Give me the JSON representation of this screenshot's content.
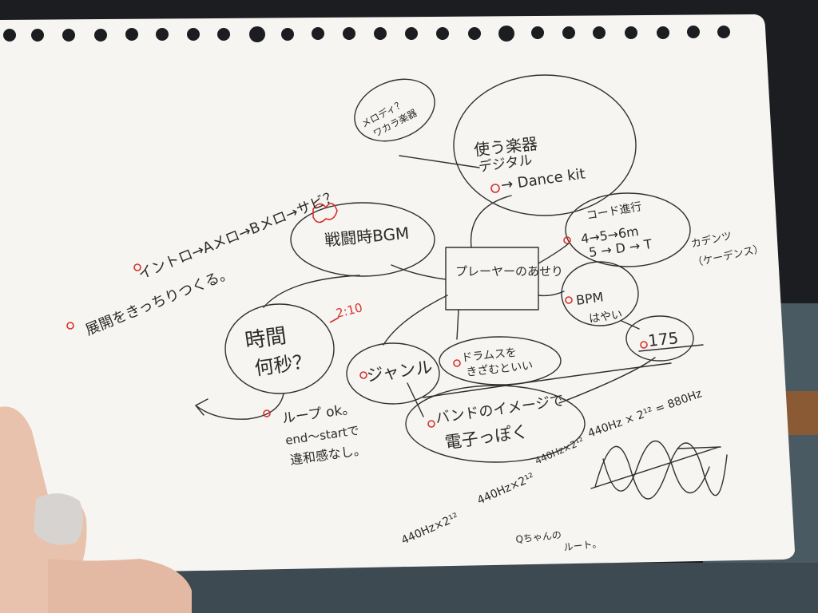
{
  "colors": {
    "paper": "#f6f5f2",
    "ink": "#2a2a2a",
    "red_ink": "#d8302a",
    "background": "#1c1f22",
    "floor": "#4a5a63",
    "skin": "#e9c2ad"
  },
  "center": "プレーヤーのあせり",
  "bubbles": {
    "instruments": [
      "使う楽器",
      "デジタル",
      "→ Dance kit"
    ],
    "melody": [
      "メロディ？",
      "ワカラ楽器"
    ],
    "battle": "戦闘時BGM",
    "time": [
      "時間",
      "何秒？"
    ],
    "genre": "ジャンル",
    "drums": [
      "ドラムスを",
      "きざむといい"
    ],
    "band": [
      "バンドのイメージで",
      "電子っぽく"
    ],
    "chord": [
      "コード進行",
      "4→5→6m",
      "5 → D → T"
    ],
    "bpm": [
      "BPM",
      "はやい"
    ],
    "bpm_value": "175"
  },
  "notes": {
    "structure_line1": "イントロ→Aメロ→Bメロ→サビ？",
    "structure_line2": "展開をきっちりつくる。",
    "duration": "2:10",
    "loop": [
      "ループ ok。",
      "end～startで",
      "違和感なし。"
    ],
    "cadence": [
      "カデンツ",
      "（ケーデンス）"
    ],
    "freq1": "440Hz×2¹²",
    "freq2": "440Hz×2¹²",
    "freq3": "440Hz×2¹²",
    "freq4": "440Hz × 2¹² = 880Hz",
    "root": [
      "Qちゃんの",
      "ルート。"
    ]
  }
}
